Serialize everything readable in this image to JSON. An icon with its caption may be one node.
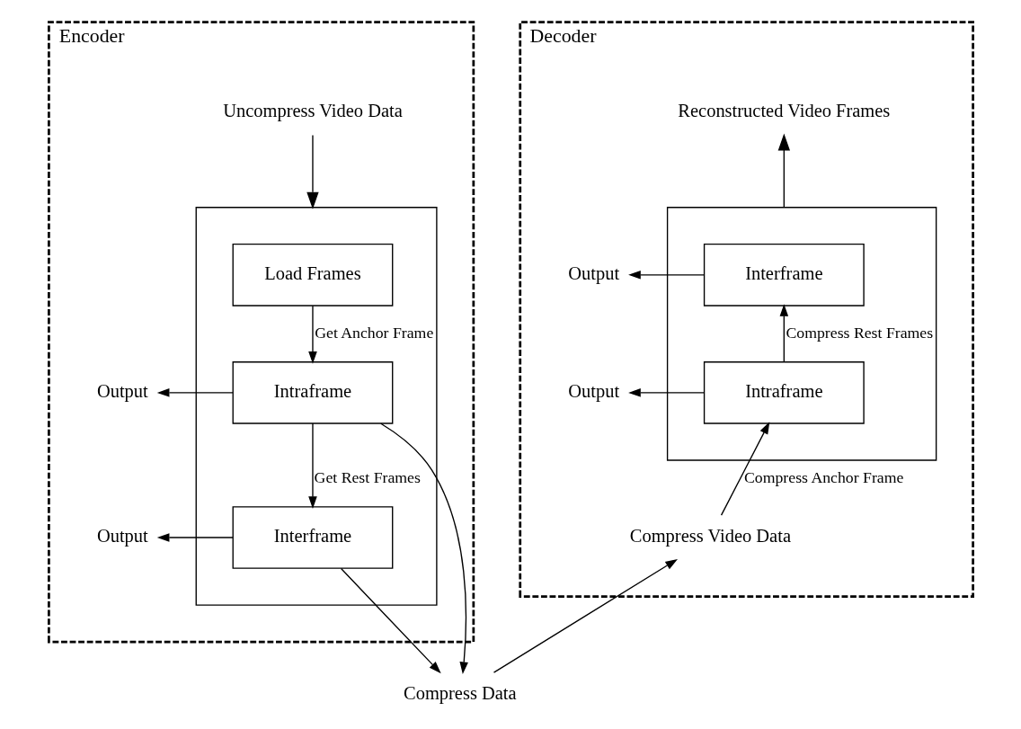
{
  "diagram": {
    "nodes": [
      {
        "text": [
          "Encoder"
        ]
      },
      {
        "text": [
          "Uncompress Video Data"
        ],
        "in": 0
      },
      {
        "text": [],
        "shape": "box",
        "in": 0
      },
      {
        "text": [
          "Load Frames"
        ],
        "in": 2
      },
      {
        "text": [
          "Intraframe"
        ],
        "in": 2
      },
      {
        "text": [
          "Interframe"
        ],
        "in": 2
      },
      {
        "text": [
          "Output"
        ],
        "in": 0
      },
      {
        "text": [
          "Output"
        ],
        "in": 0
      },
      {
        "text": [
          "Decoder"
        ]
      },
      {
        "text": [
          "Reconstructed Video Frames"
        ],
        "in": 8
      },
      {
        "text": [],
        "shape": "box",
        "in": 8
      },
      {
        "text": [
          "Interframe"
        ],
        "in": 10
      },
      {
        "text": [
          "Intraframe"
        ],
        "in": 10
      },
      {
        "text": [
          "Output"
        ],
        "in": 8
      },
      {
        "text": [
          "Output"
        ],
        "in": 8
      },
      {
        "text": [
          "Compress Video Data"
        ],
        "in": 8
      },
      {
        "text": [
          "Compress Data"
        ]
      }
    ],
    "edges": [
      {
        "from": 1,
        "to": 2,
        "arrow": "to"
      },
      {
        "from": 3,
        "to": 4,
        "arrow": "to",
        "label": "Get Anchor Frame"
      },
      {
        "from": 4,
        "to": 5,
        "arrow": "to",
        "label": "Get Rest Frames"
      },
      {
        "from": 4,
        "to": 6,
        "arrow": "to"
      },
      {
        "from": 5,
        "to": 7,
        "arrow": "to"
      },
      {
        "from": 4,
        "to": 16,
        "arrow": "to"
      },
      {
        "from": 5,
        "to": 16,
        "arrow": "to"
      },
      {
        "from": 16,
        "to": 15,
        "arrow": "to"
      },
      {
        "from": 15,
        "to": 12,
        "arrow": "to",
        "label": "Compress Anchor Frame"
      },
      {
        "from": 12,
        "to": 11,
        "arrow": "to",
        "label": "Compress Rest Frames"
      },
      {
        "from": 11,
        "to": 13,
        "arrow": "to"
      },
      {
        "from": 12,
        "to": 14,
        "arrow": "to"
      },
      {
        "from": 10,
        "to": 9,
        "arrow": "to"
      }
    ]
  }
}
